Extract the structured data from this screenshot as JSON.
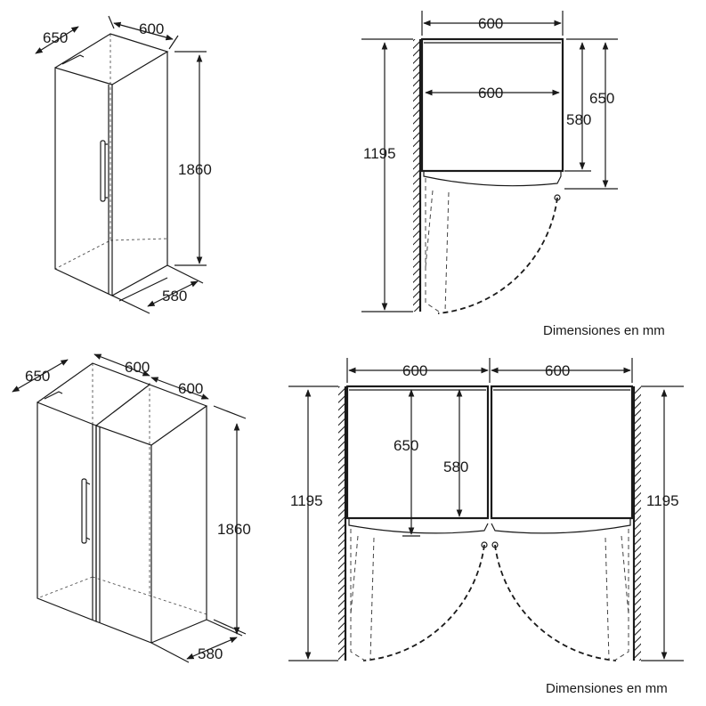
{
  "caption": "Dimensiones en mm",
  "single_iso": {
    "width": "600",
    "depth": "650",
    "height": "1860",
    "base_depth": "580"
  },
  "single_top": {
    "width_outer": "600",
    "width_inner": "600",
    "depth_cabinet": "580",
    "depth_total": "650",
    "door_clearance": "1195"
  },
  "double_iso": {
    "depth": "650",
    "width_left": "600",
    "width_right": "600",
    "height": "1860",
    "base_depth": "580"
  },
  "double_top": {
    "width_left": "600",
    "width_right": "600",
    "depth_total": "650",
    "depth_cabinet": "580",
    "door_clearance_left": "1195",
    "door_clearance_right": "1195"
  }
}
